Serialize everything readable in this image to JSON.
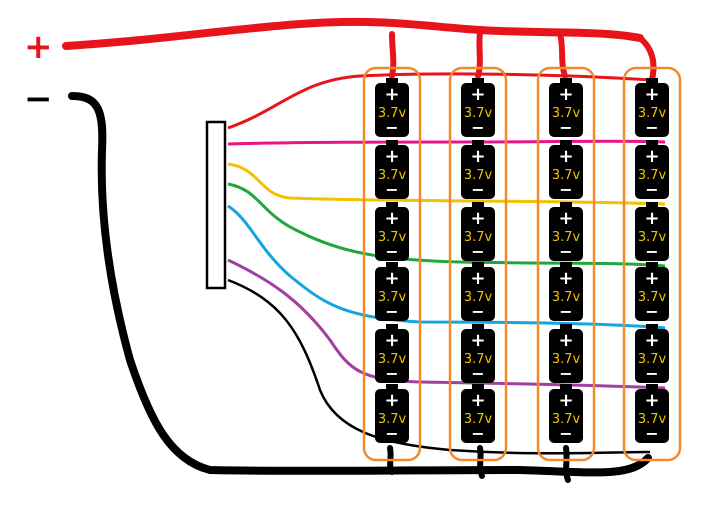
{
  "terminals": {
    "positive_symbol": "+",
    "negative_symbol": "−"
  },
  "battery": {
    "label": "3.7v",
    "positive_mark": "+",
    "negative_mark": "−"
  },
  "layout_counts": {
    "columns": 4,
    "rows": 6
  },
  "colors": {
    "positive_wire": "#e8141c",
    "negative_wire": "#000000",
    "column_outline": "#f08a2c",
    "cell_body": "#000000",
    "cell_label": "#f2c200",
    "cell_marks": "#ffffff",
    "connector_fill": "#ffffff",
    "connector_stroke": "#000000",
    "balance_wires": [
      "#e8141c",
      "#e8148c",
      "#f2c200",
      "#1fa83a",
      "#12a5e0",
      "#a040a0",
      "#000000"
    ]
  }
}
